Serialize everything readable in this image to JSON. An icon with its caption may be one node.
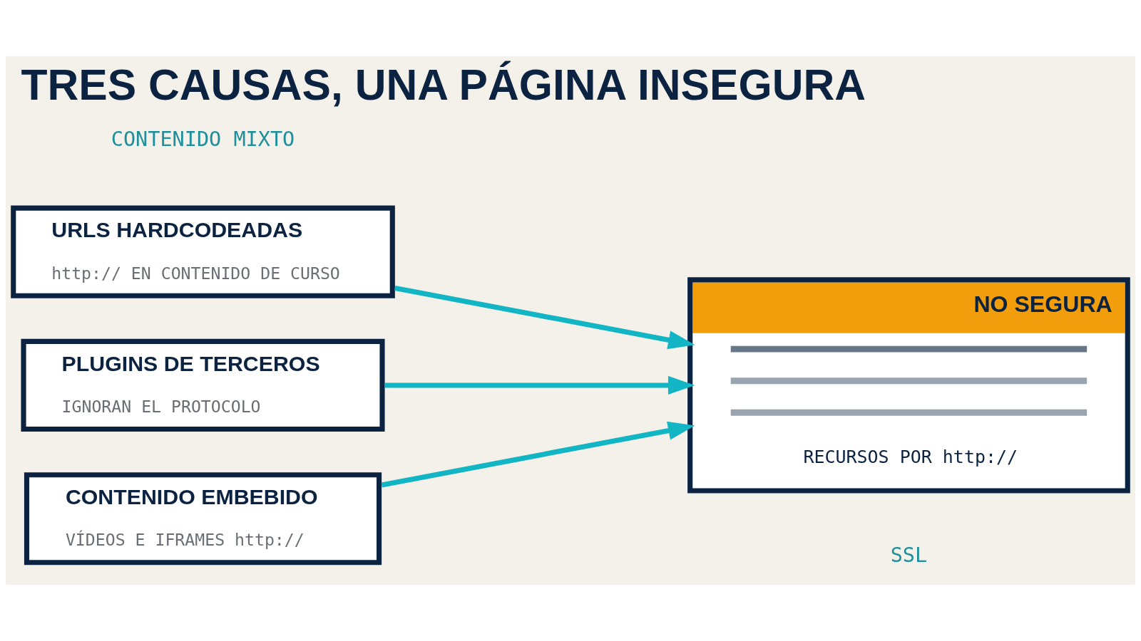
{
  "diagram": {
    "title": "TRES CAUSAS, UNA PÁGINA INSEGURA",
    "nodes": [
      {
        "text": [
          "URLS HARDCODEADAS",
          "http:// EN CONTENIDO DE CURSO"
        ]
      },
      {
        "text": [
          "PLUGINS DE TERCEROS",
          "IGNORAN EL PROTOCOLO"
        ]
      },
      {
        "text": [
          "CONTENIDO EMBEBIDO",
          "VÍDEOS E IFRAMES http://"
        ]
      },
      {
        "text": [
          "NO SEGURA",
          "RECURSOS POR http://"
        ]
      }
    ],
    "edges": [
      {
        "from": 0,
        "to": 3,
        "arrow": "to"
      },
      {
        "from": 1,
        "to": 3,
        "arrow": "to"
      },
      {
        "from": 2,
        "to": 3,
        "arrow": "to"
      }
    ],
    "labels": [
      "CONTENIDO MIXTO",
      "SSL"
    ]
  }
}
